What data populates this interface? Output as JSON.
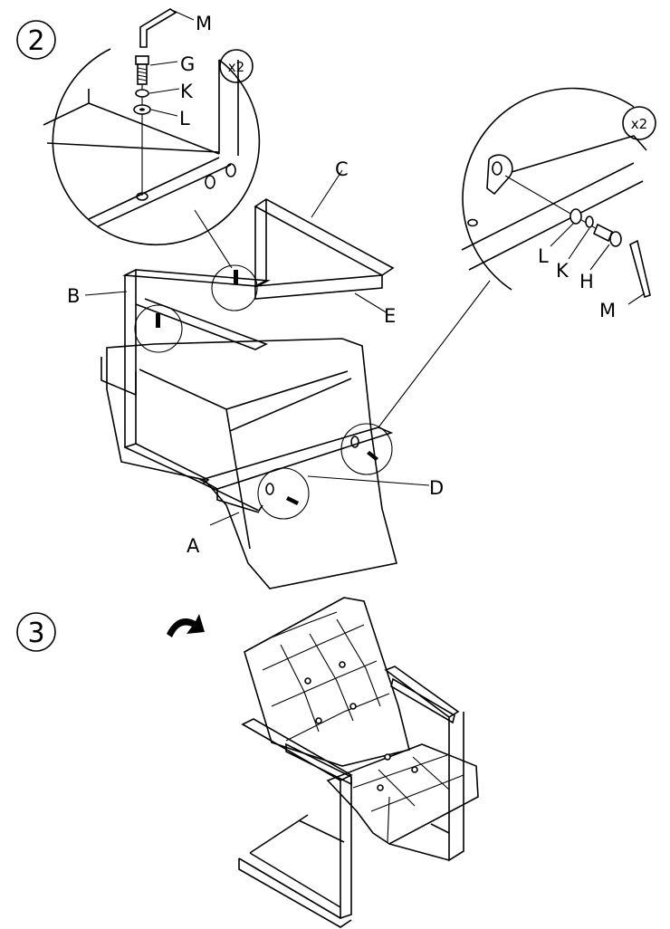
{
  "steps": [
    {
      "number": "2"
    },
    {
      "number": "3"
    }
  ],
  "detail_left": {
    "quantity": "x2",
    "labels": {
      "wrench": "M",
      "bolt": "G",
      "spring_washer": "K",
      "flat_washer": "L"
    }
  },
  "detail_right": {
    "quantity": "x2",
    "labels": {
      "flat_washer": "L",
      "spring_washer": "K",
      "bolt": "H",
      "wrench": "M"
    }
  },
  "part_labels": {
    "seat": "A",
    "side_frame": "B",
    "back_frame": "C",
    "front_bar": "D",
    "cross_bar": "E"
  },
  "icons": [
    "allen-key-icon",
    "flip-over-arrow-icon"
  ]
}
